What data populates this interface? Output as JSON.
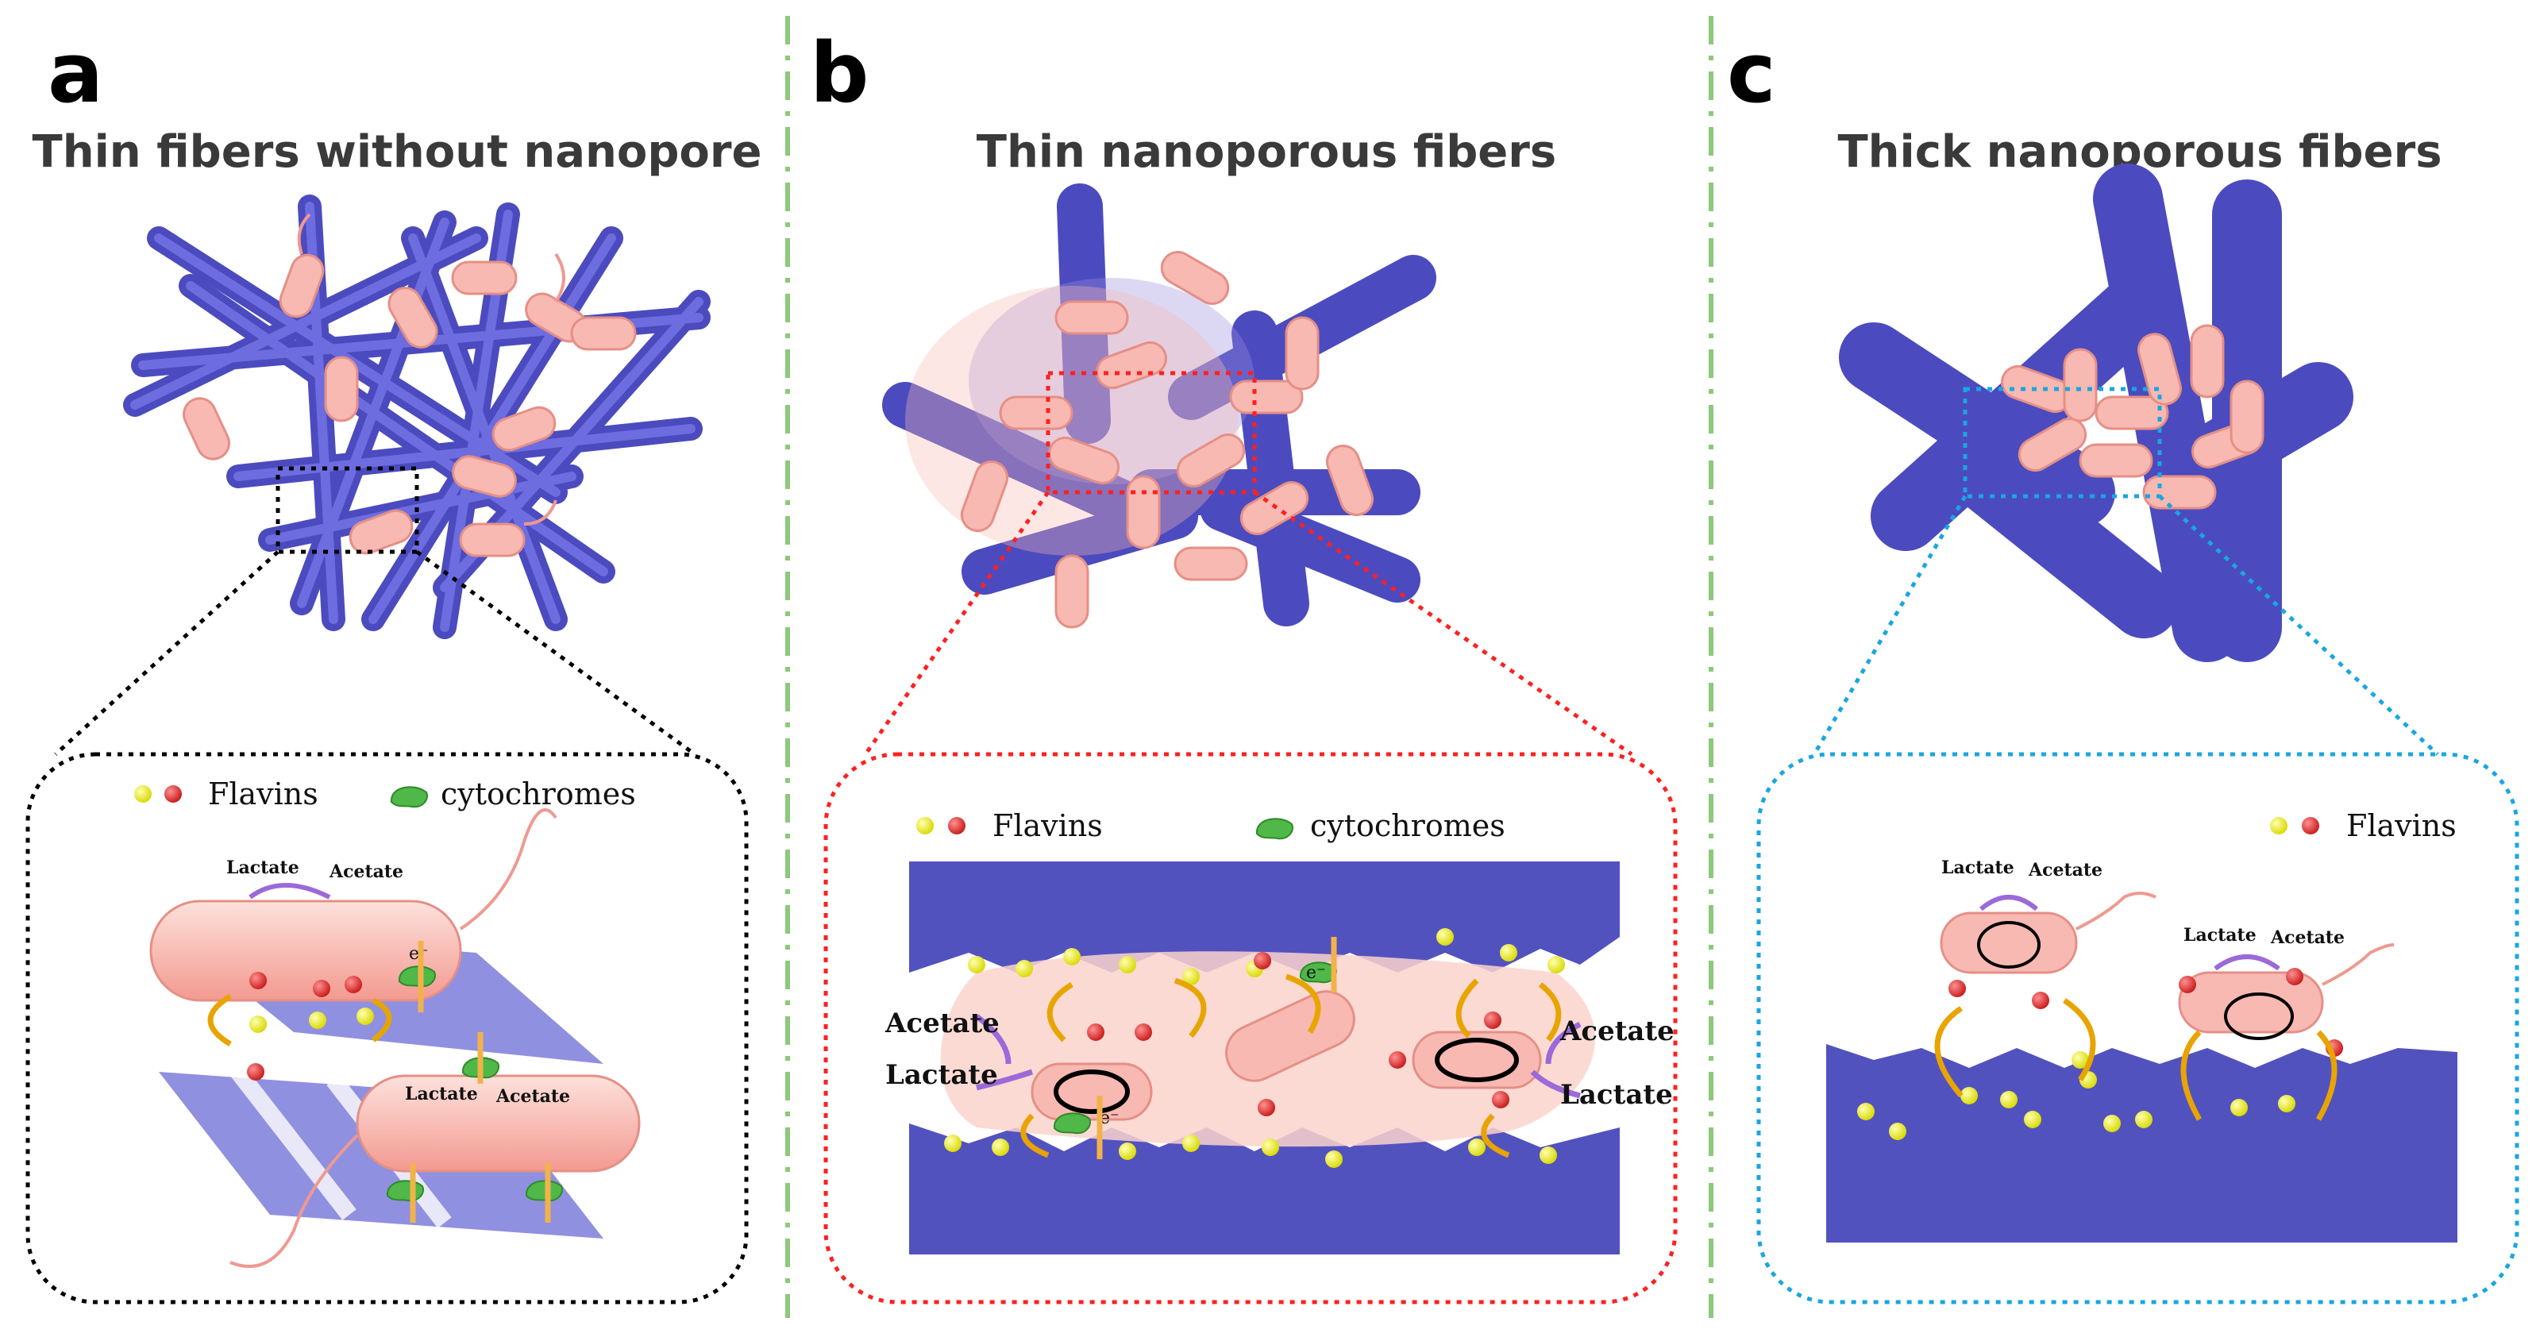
{
  "panels": [
    {
      "letter": "a",
      "title": "Thin fibers without nanopore",
      "legend": {
        "flavins": "Flavins",
        "cytochromes": "cytochromes"
      },
      "cells": [
        {
          "in": "Lactate",
          "out": "Acetate"
        },
        {
          "in": "Lactate",
          "out": "Acetate"
        }
      ],
      "electron_label": "e⁻"
    },
    {
      "letter": "b",
      "title": "Thin nanoporous fibers",
      "legend": {
        "flavins": "Flavins",
        "cytochromes": "cytochromes"
      },
      "side_labels": {
        "left_out": "Acetate",
        "left_in": "Lactate",
        "right_out": "Acetate",
        "right_in": "Lactate"
      },
      "electron_label": "e⁻"
    },
    {
      "letter": "c",
      "title": "Thick nanoporous fibers",
      "legend": {
        "flavins": "Flavins"
      },
      "cells": [
        {
          "in": "Lactate",
          "out": "Acetate"
        },
        {
          "in": "Lactate",
          "out": "Acetate"
        }
      ]
    }
  ],
  "colors": {
    "fiber": "#4b4bbf",
    "bacteria": "#f8b9b2",
    "zoom_a": "#000000",
    "zoom_b": "#ff2020",
    "zoom_c": "#1aa6e0",
    "divider": "#8cc97a",
    "flavin_yellow": "#f5f520",
    "flavin_red": "#e02828",
    "cytochrome": "#4fb848"
  }
}
